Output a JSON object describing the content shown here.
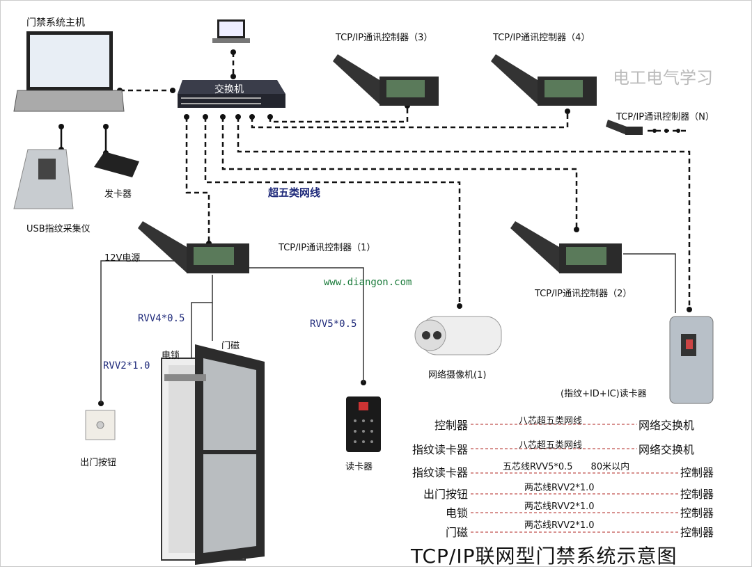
{
  "devices": {
    "host": "门禁系统主机",
    "switch": "交换机",
    "usb_fp": "USB指纹采集仪",
    "card_issuer": "发卡器",
    "cable_label": "超五类网线",
    "ctrl3": "TCP/IP通讯控制器（3）",
    "ctrl4": "TCP/IP通讯控制器（4）",
    "ctrlN": "TCP/IP通讯控制器（N）",
    "ctrl1": "TCP/IP通讯控制器（1）",
    "ctrl2": "TCP/IP通讯控制器（2）",
    "power": "12V电源",
    "website": "www.diangon.com",
    "rvv4": "RVV4*0.5",
    "rvv5": "RVV5*0.5",
    "rvv2": "RVV2*1.0",
    "lock": "电锁",
    "sensor": "门磁",
    "exit_btn": "出门按钮",
    "reader": "读卡器",
    "camera": "网络摄像机(1)",
    "fp_reader": "(指纹+ID+IC)读卡器"
  },
  "legend": [
    {
      "from": "控制器",
      "cable": "八芯超五类网线",
      "to": "网络交换机"
    },
    {
      "from": "指纹读卡器",
      "cable": "八芯超五类网线",
      "to": "网络交换机"
    },
    {
      "from": "指纹读卡器",
      "cable": "五芯线RVV5*0.5　　80米以内",
      "to": "控制器"
    },
    {
      "from": "出门按钮",
      "cable": "两芯线RVV2*1.0",
      "to": "控制器"
    },
    {
      "from": "电锁",
      "cable": "两芯线RVV2*1.0",
      "to": "控制器"
    },
    {
      "from": "门磁",
      "cable": "两芯线RVV2*1.0",
      "to": "控制器"
    }
  ],
  "title": "TCP/IP联网型门禁系统示意图",
  "watermark": "电工电气学习",
  "colors": {
    "cable": "#111111",
    "legend_dash": "#c0504d",
    "label_blue": "#1f2a7a"
  }
}
